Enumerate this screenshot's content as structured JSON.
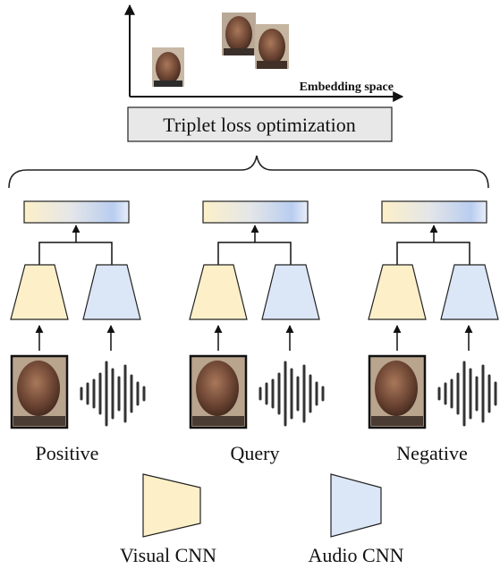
{
  "embedding_label": "Embedding space",
  "loss_label": "Triplet loss optimization",
  "branches": [
    {
      "name": "Positive"
    },
    {
      "name": "Query"
    },
    {
      "name": "Negative"
    }
  ],
  "legend": {
    "visual": "Visual CNN",
    "audio": "Audio CNN"
  },
  "colors": {
    "visual_fill": "#fdf0c8",
    "audio_fill": "#dbe6f7",
    "embedding_left": "#fdf0c8",
    "embedding_right": "#b9cdf0",
    "loss_box": "#e8e8e8",
    "waveform": "#333333",
    "stroke": "#222222"
  },
  "icons": {
    "face": "face-thumbnail",
    "audio": "waveform-icon"
  }
}
